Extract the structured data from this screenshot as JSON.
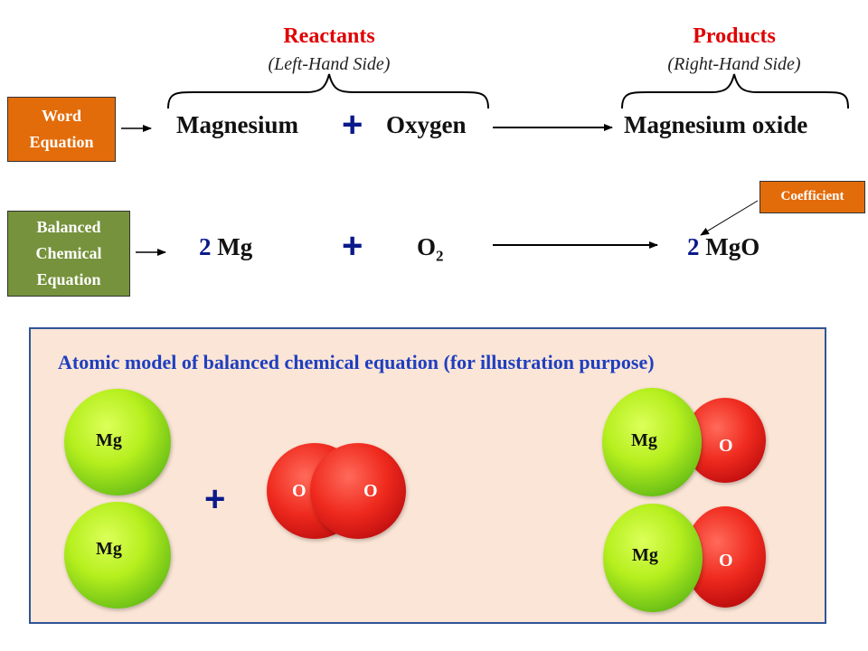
{
  "reactants": {
    "title": "Reactants",
    "subtitle": "(Left-Hand Side)"
  },
  "products": {
    "title": "Products",
    "subtitle": "(Right-Hand Side)"
  },
  "word_equation": {
    "label_line1": "Word",
    "label_line2": "Equation",
    "reactant1": "Magnesium",
    "plus": "+",
    "reactant2": "Oxygen",
    "product": "Magnesium oxide"
  },
  "balanced_equation": {
    "label_line1": "Balanced",
    "label_line2": "Chemical",
    "label_line3": "Equation",
    "coef1": "2",
    "reactant1": "Mg",
    "plus": "+",
    "reactant2": "O",
    "reactant2_subscript": "2",
    "coef2": "2",
    "product": "MgO",
    "coefficient_label": "Coefficient"
  },
  "atomic_model": {
    "title": "Atomic model of balanced chemical equation (for illustration purpose)",
    "mg_label": "Mg",
    "o_label": "O",
    "plus": "+"
  },
  "colors": {
    "reactant_highlight": "#e00000",
    "coefficient": "#0a1a8a",
    "word_label_box": "#e36c0a",
    "balanced_label_box": "#76923c",
    "model_panel_bg": "#fbe5d6",
    "model_panel_border": "#2f5597"
  }
}
